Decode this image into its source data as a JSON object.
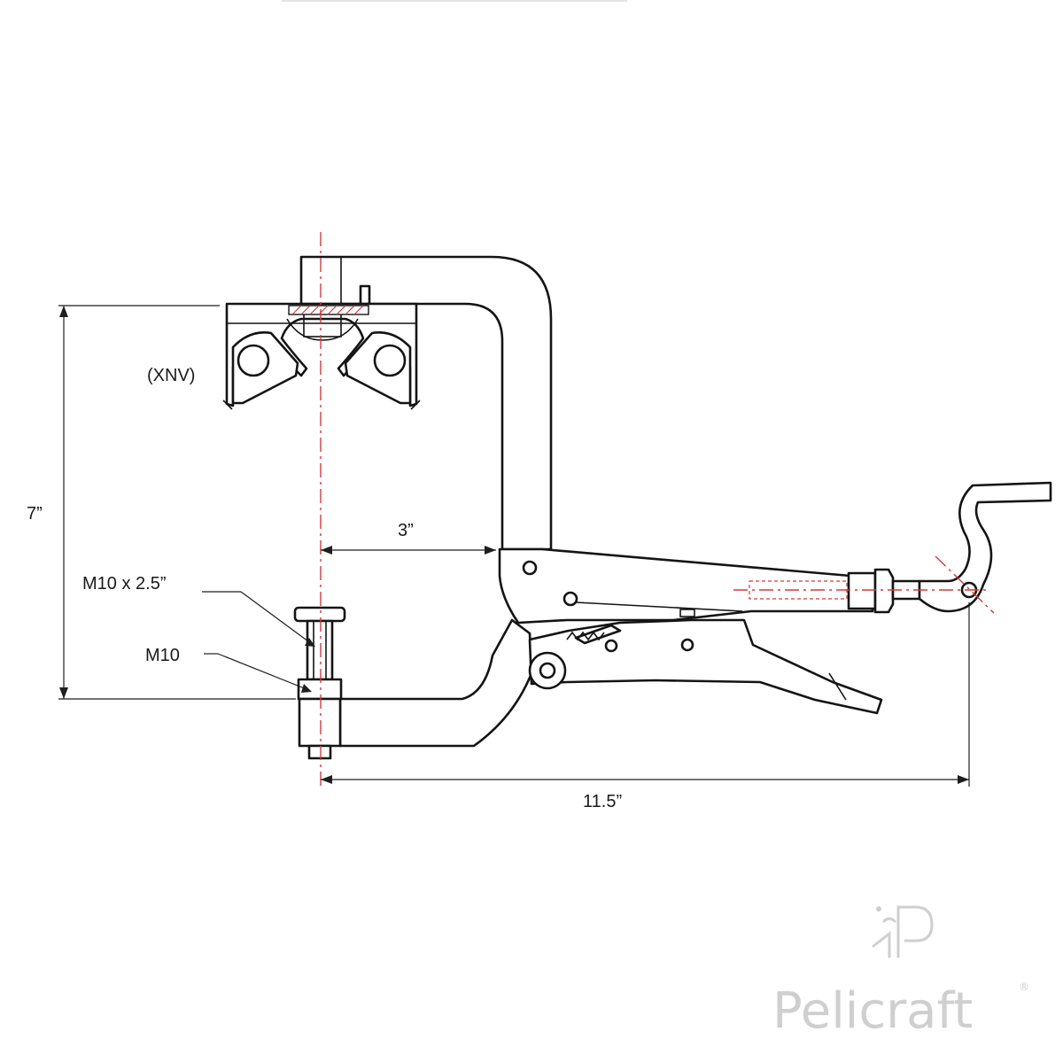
{
  "dimensions": {
    "height_label": "7”",
    "reach_label": "3”",
    "length_label": "11.5”"
  },
  "callouts": {
    "jaw_code": "(XNV)",
    "bolt_label": "M10 x 2.5”",
    "nut_label": "M10"
  },
  "brand": {
    "name": "Pelicraft",
    "registered_mark": "®",
    "logo_icon": "pelicraft-p-monogram-icon"
  },
  "colors": {
    "line": "#141414",
    "centerline": "#d33a3a",
    "watermark": "#cfcfcf"
  }
}
